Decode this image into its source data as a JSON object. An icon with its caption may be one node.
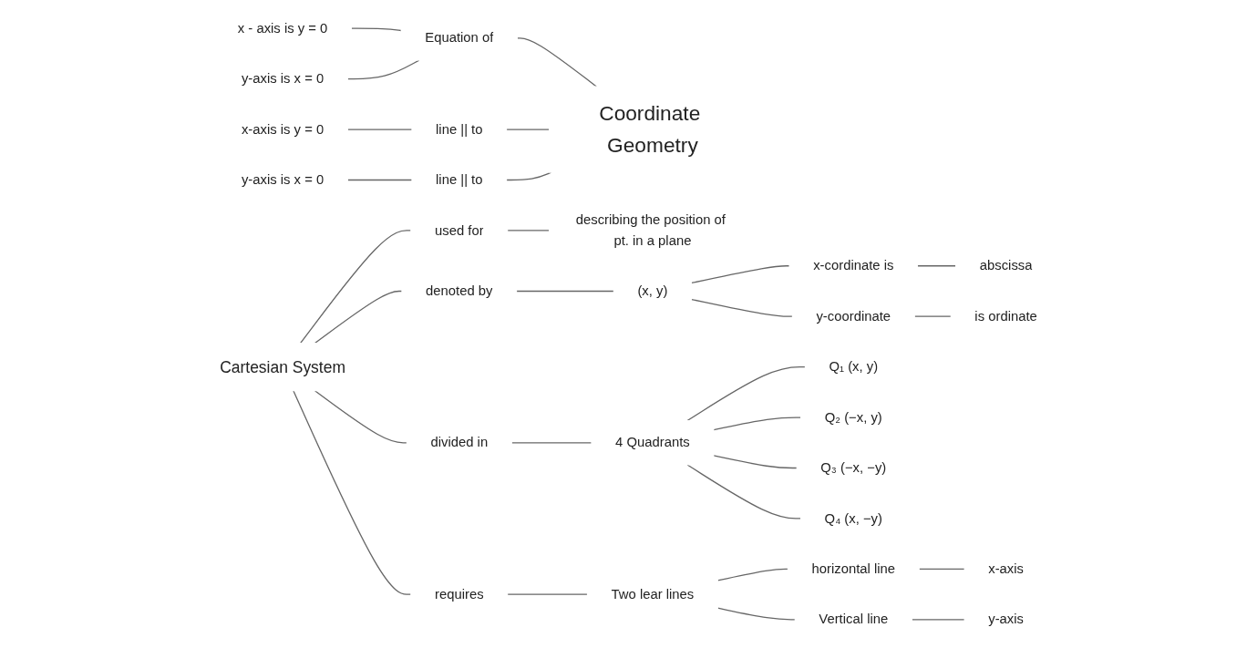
{
  "diagram": {
    "nodes": [
      {
        "text": [
          "Coordinate Geometry"
        ]
      },
      {
        "text": [
          "Equation of"
        ]
      },
      {
        "text": [
          "x - axis is y = 0"
        ]
      },
      {
        "text": [
          "y-axis is x = 0"
        ]
      },
      {
        "text": [
          "line || to"
        ]
      },
      {
        "text": [
          "x-axis is y = 0"
        ]
      },
      {
        "text": [
          "line || to"
        ]
      },
      {
        "text": [
          "y-axis is x = 0"
        ]
      },
      {
        "text": [
          "Cartesian System"
        ]
      },
      {
        "text": [
          "used for"
        ]
      },
      {
        "text": [
          "describing the position of pt. in a plane"
        ]
      },
      {
        "text": [
          "denoted by"
        ]
      },
      {
        "text": [
          "(x, y)"
        ]
      },
      {
        "text": [
          "x-cordinate is"
        ]
      },
      {
        "text": [
          "abscissa"
        ]
      },
      {
        "text": [
          "y-coordinate"
        ]
      },
      {
        "text": [
          "is ordinate"
        ]
      },
      {
        "text": [
          "divided in"
        ]
      },
      {
        "text": [
          "4 Quadrants"
        ]
      },
      {
        "text": [
          "Q₁ (x, y)"
        ]
      },
      {
        "text": [
          "Q₂ (−x, y)"
        ]
      },
      {
        "text": [
          "Q₃ (−x, −y)"
        ]
      },
      {
        "text": [
          "Q₄ (x, −y)"
        ]
      },
      {
        "text": [
          "requires"
        ]
      },
      {
        "text": [
          "Two lear lines"
        ]
      },
      {
        "text": [
          "horizontal line"
        ]
      },
      {
        "text": [
          "x-axis"
        ]
      },
      {
        "text": [
          "Vertical line"
        ]
      },
      {
        "text": [
          "y-axis"
        ]
      }
    ],
    "edges": [
      {
        "from": 2,
        "to": 1,
        "arrow": "none"
      },
      {
        "from": 3,
        "to": 1,
        "arrow": "none"
      },
      {
        "from": 1,
        "to": 0,
        "arrow": "none"
      },
      {
        "from": 5,
        "to": 4,
        "arrow": "none"
      },
      {
        "from": 4,
        "to": 0,
        "arrow": "none"
      },
      {
        "from": 7,
        "to": 6,
        "arrow": "none"
      },
      {
        "from": 6,
        "to": 0,
        "arrow": "none"
      },
      {
        "from": 8,
        "to": 9,
        "arrow": "none"
      },
      {
        "from": 9,
        "to": 10,
        "arrow": "none"
      },
      {
        "from": 8,
        "to": 11,
        "arrow": "none"
      },
      {
        "from": 11,
        "to": 12,
        "arrow": "none"
      },
      {
        "from": 12,
        "to": 13,
        "arrow": "none"
      },
      {
        "from": 13,
        "to": 14,
        "arrow": "none"
      },
      {
        "from": 12,
        "to": 15,
        "arrow": "none"
      },
      {
        "from": 15,
        "to": 16,
        "arrow": "none"
      },
      {
        "from": 8,
        "to": 17,
        "arrow": "none"
      },
      {
        "from": 17,
        "to": 18,
        "arrow": "none"
      },
      {
        "from": 18,
        "to": 19,
        "arrow": "none"
      },
      {
        "from": 18,
        "to": 20,
        "arrow": "none"
      },
      {
        "from": 18,
        "to": 21,
        "arrow": "none"
      },
      {
        "from": 18,
        "to": 22,
        "arrow": "none"
      },
      {
        "from": 8,
        "to": 23,
        "arrow": "none"
      },
      {
        "from": 23,
        "to": 24,
        "arrow": "none"
      },
      {
        "from": 24,
        "to": 25,
        "arrow": "none"
      },
      {
        "from": 25,
        "to": 26,
        "arrow": "none"
      },
      {
        "from": 24,
        "to": 27,
        "arrow": "none"
      },
      {
        "from": 27,
        "to": 28,
        "arrow": "none"
      }
    ]
  }
}
